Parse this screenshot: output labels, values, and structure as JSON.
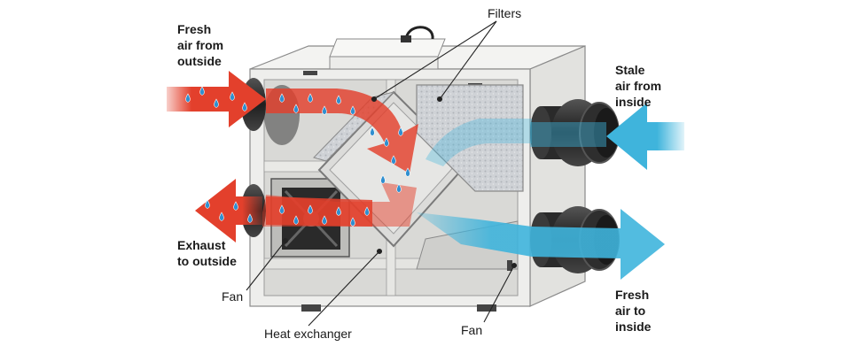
{
  "labels": {
    "fresh_outside": "Fresh\nair from\noutside",
    "filters": "Filters",
    "stale_inside": "Stale\nair from\ninside",
    "exhaust_outside": "Exhaust\nto outside",
    "fan_left": "Fan",
    "heat_exchanger": "Heat exchanger",
    "fan_right": "Fan",
    "fresh_inside": "Fresh\nair to\ninside"
  },
  "colors": {
    "warm_air": "#e3402c",
    "cool_air": "#3fb4dc",
    "water_drop": "#2f8fd0",
    "housing": "#eeeeec",
    "housing_edge": "#8a8a8a",
    "duct": "#2b2b2b",
    "filter": "#c9ccd0"
  },
  "icons": [
    "arrow-right-icon",
    "arrow-left-icon",
    "water-drop-icon",
    "fan-icon",
    "filter-icon",
    "duct-collar-icon"
  ]
}
